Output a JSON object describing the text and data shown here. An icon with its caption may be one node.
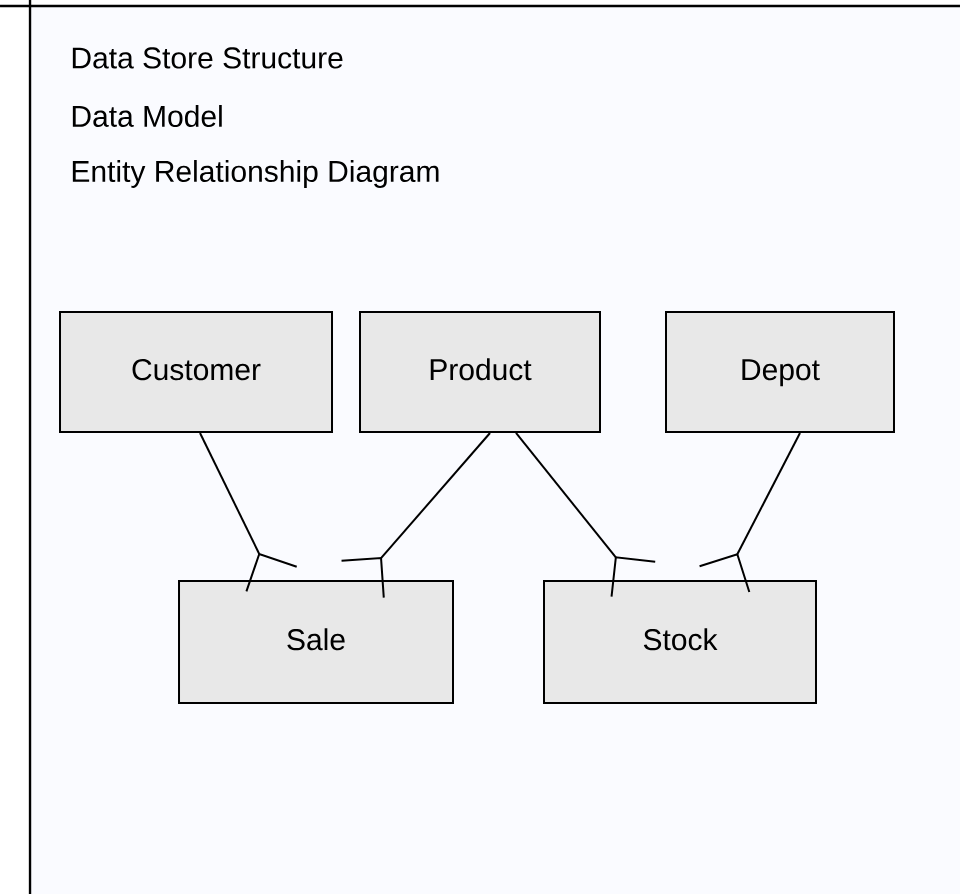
{
  "diagram": {
    "nodes": [
      {
        "text": [
          "Customer"
        ]
      },
      {
        "text": [
          "Product"
        ]
      },
      {
        "text": [
          "Depot"
        ]
      },
      {
        "text": [
          "Sale"
        ]
      },
      {
        "text": [
          "Stock"
        ]
      }
    ],
    "edges": [
      {
        "from": 0,
        "to": 3,
        "arrow": "other"
      },
      {
        "from": 1,
        "to": 3,
        "arrow": "other"
      },
      {
        "from": 1,
        "to": 4,
        "arrow": "other"
      },
      {
        "from": 2,
        "to": 4,
        "arrow": "other"
      }
    ],
    "labels": [
      "Data Store Structure",
      "Data Model",
      "Entity Relationship Diagram"
    ]
  }
}
